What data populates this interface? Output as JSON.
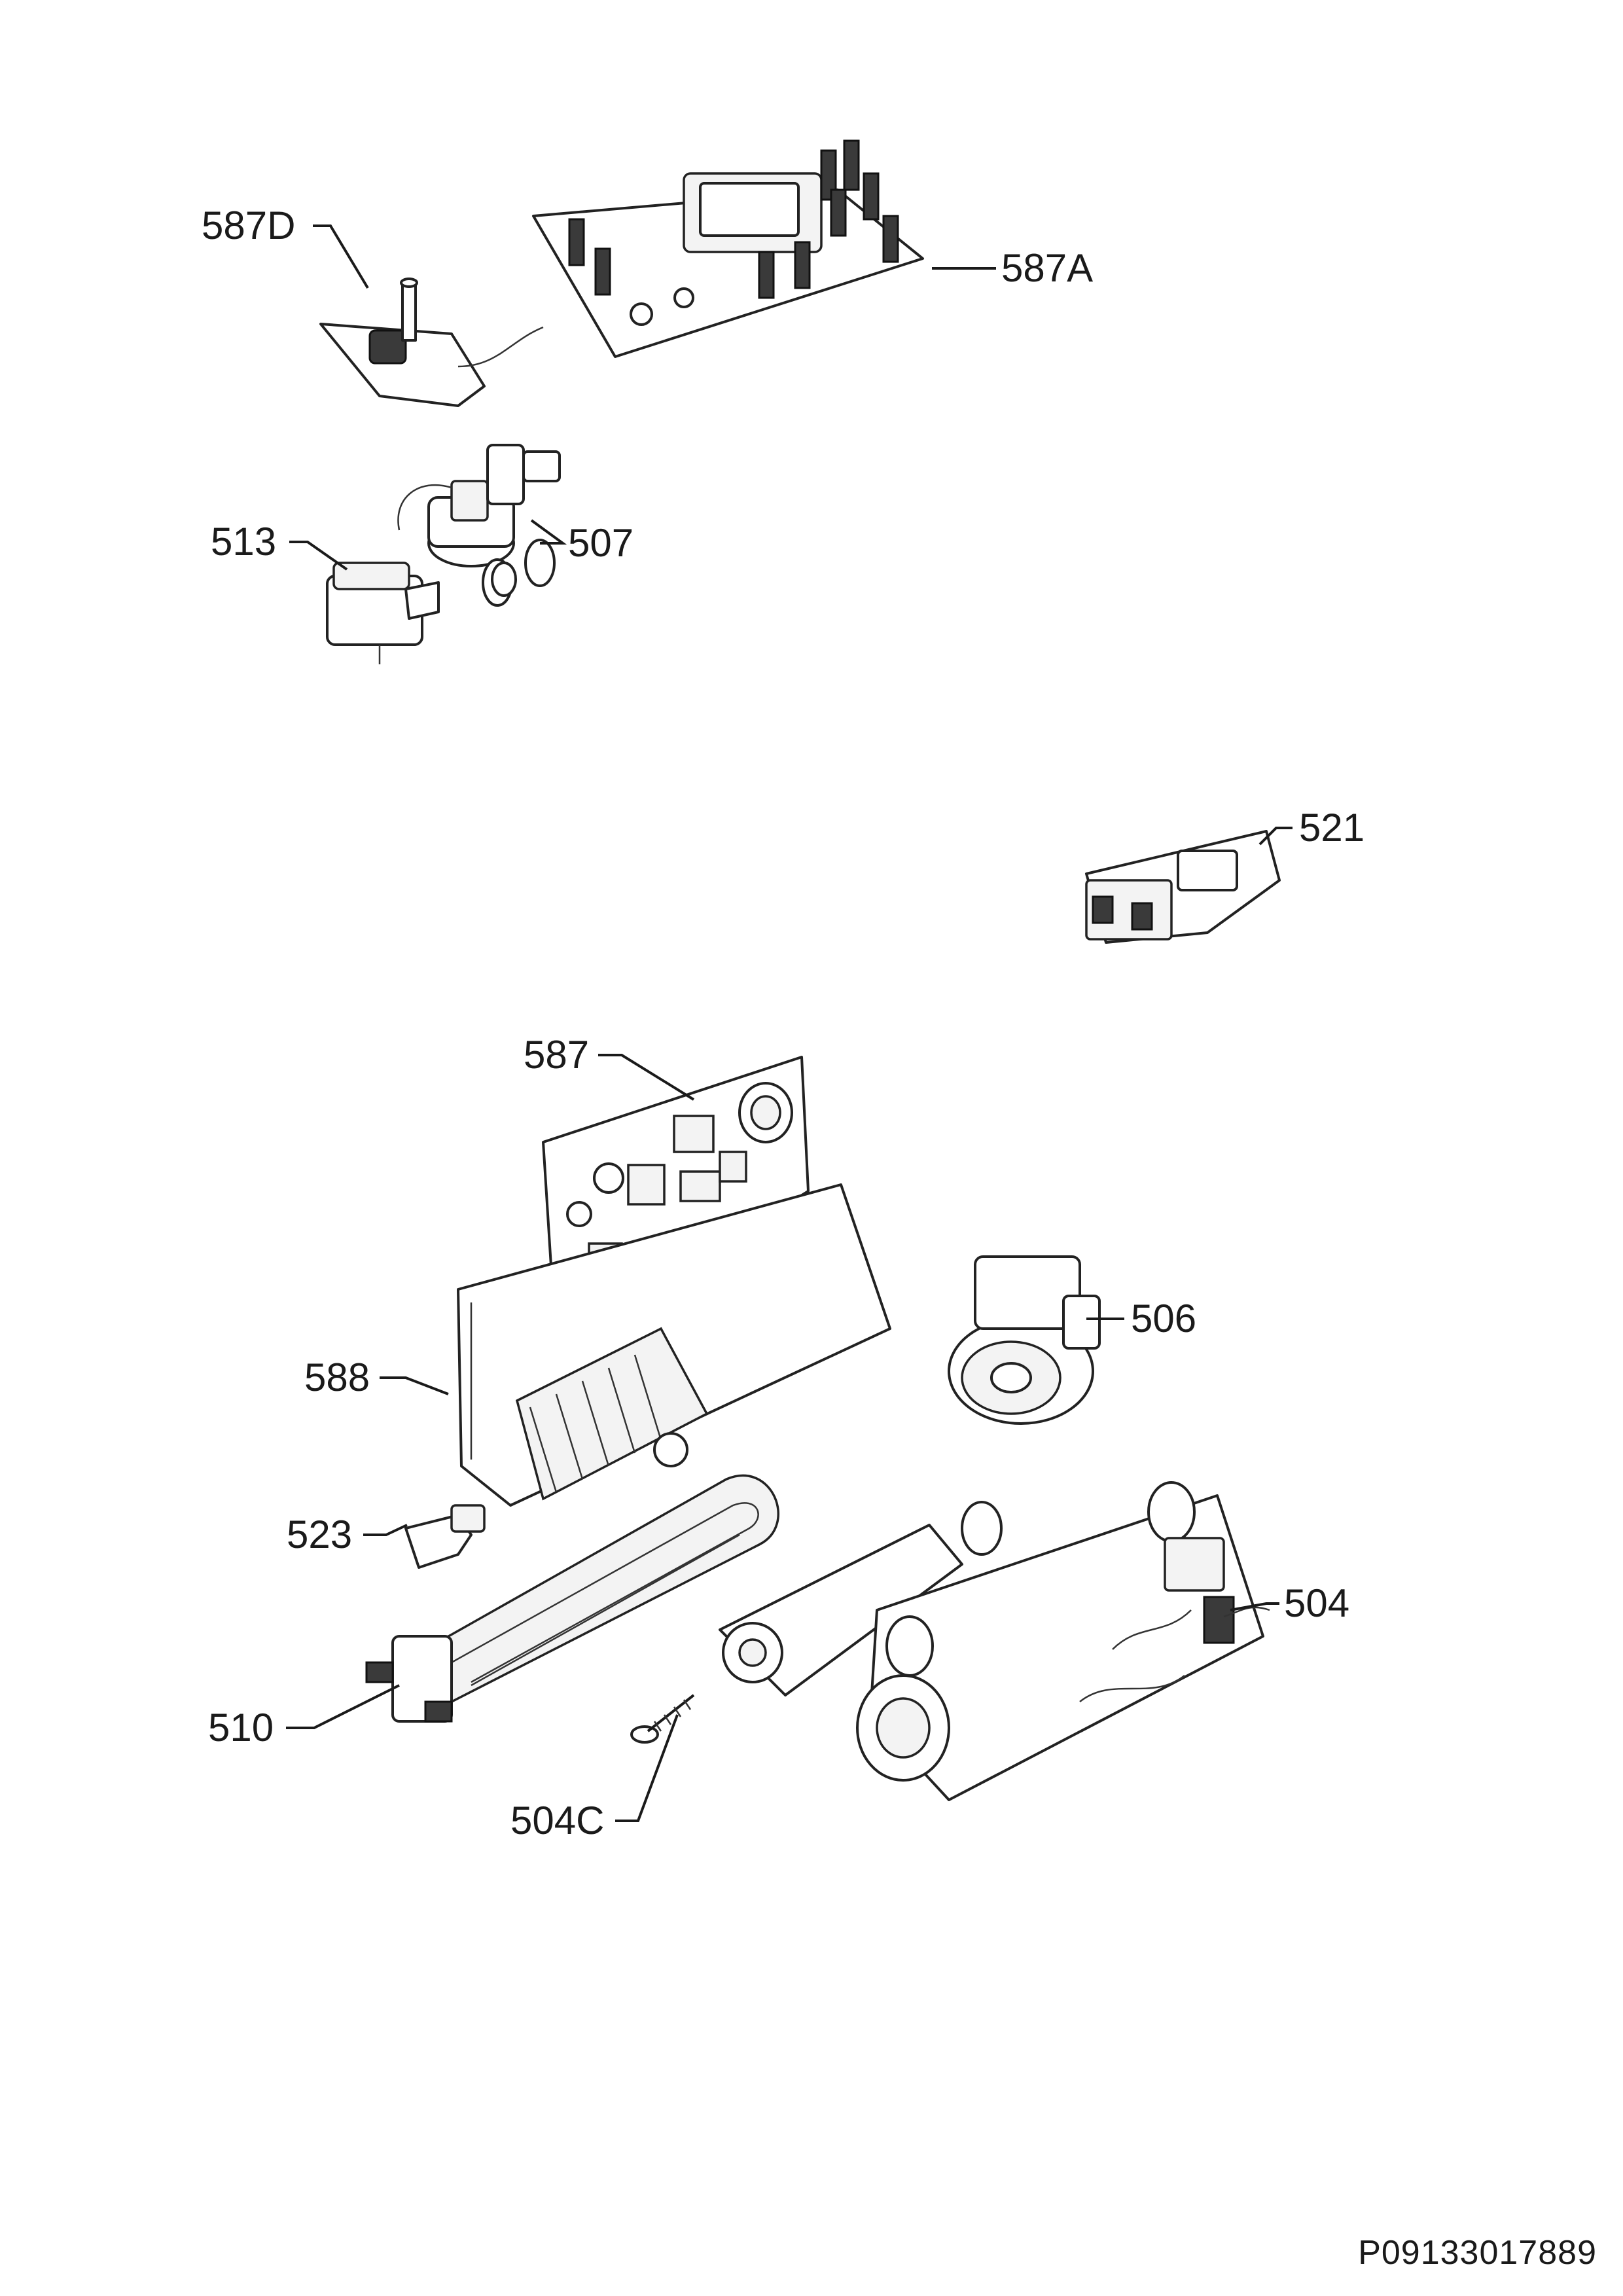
{
  "diagram": {
    "callouts": {
      "c587D": "587D",
      "c587A": "587A",
      "c513": "513",
      "c507": "507",
      "c521": "521",
      "c587": "587",
      "c506": "506",
      "c588": "588",
      "c523": "523",
      "c504": "504",
      "c510": "510",
      "c504C": "504C"
    }
  },
  "footer": {
    "drawing_code": "P09133017889"
  }
}
